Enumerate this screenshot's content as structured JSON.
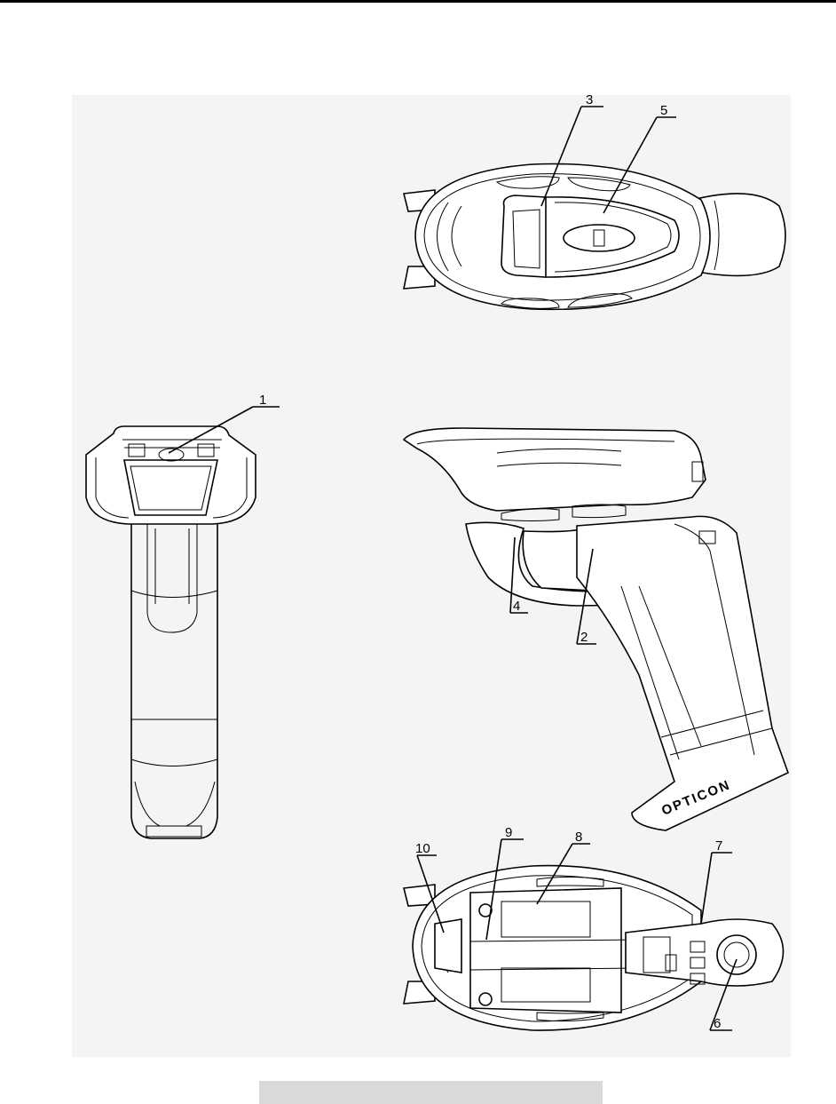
{
  "callouts": [
    {
      "id": "1",
      "text": "1"
    },
    {
      "id": "2",
      "text": "2"
    },
    {
      "id": "3",
      "text": "3"
    },
    {
      "id": "4",
      "text": "4"
    },
    {
      "id": "5",
      "text": "5"
    },
    {
      "id": "6",
      "text": "6"
    },
    {
      "id": "7",
      "text": "7"
    },
    {
      "id": "8",
      "text": "8"
    },
    {
      "id": "9",
      "text": "9"
    },
    {
      "id": "10",
      "text": "10"
    }
  ],
  "brand_text": "OPTICON"
}
